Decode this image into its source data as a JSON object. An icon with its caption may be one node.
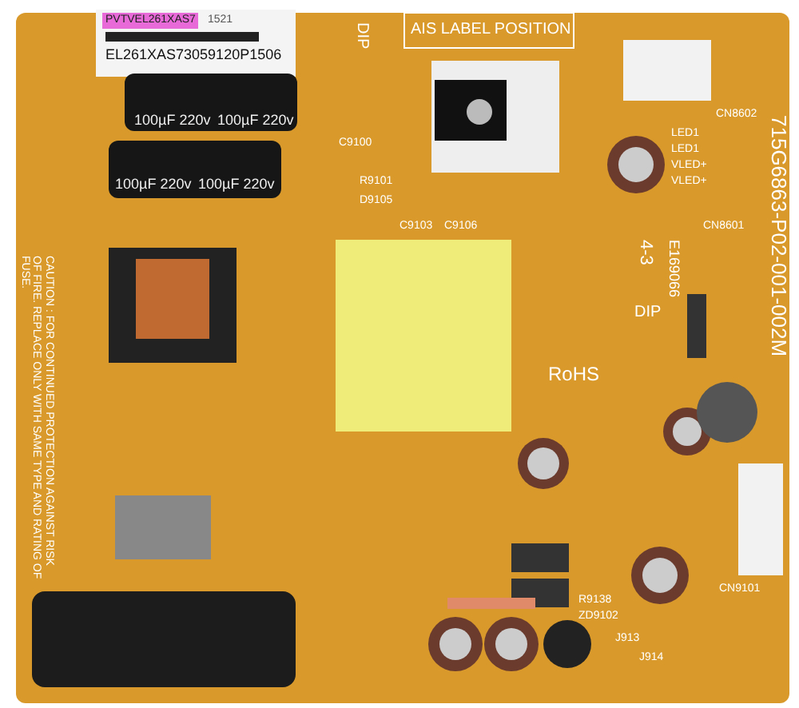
{
  "diagram": {
    "labels": [
      "PVTVEL261XAS7",
      "1521",
      "EL261XAS73059120P1506",
      "AIS LABEL POSITION",
      "DIP",
      "100µF 220v",
      "100µF 220v",
      "100µF 220v",
      "100µF 220v",
      "C9100",
      "R9101",
      "D9105",
      "C9103",
      "C9106",
      "CN8602",
      "LED1",
      "LED1",
      "VLED+",
      "VLED+",
      "CN8601",
      "CAUTION : FOR CONTINUED PROTECTION AGAINST RISK OF FIRE. REPLACE ONLY WITH SAME TYPE AND RATING OF FUSE.",
      "715G6863-P02-001-002M",
      "4-3",
      "E169066",
      "DIP",
      "RoHS",
      "R9138",
      "ZD9102",
      "CN9101",
      "J913",
      "J914"
    ]
  }
}
